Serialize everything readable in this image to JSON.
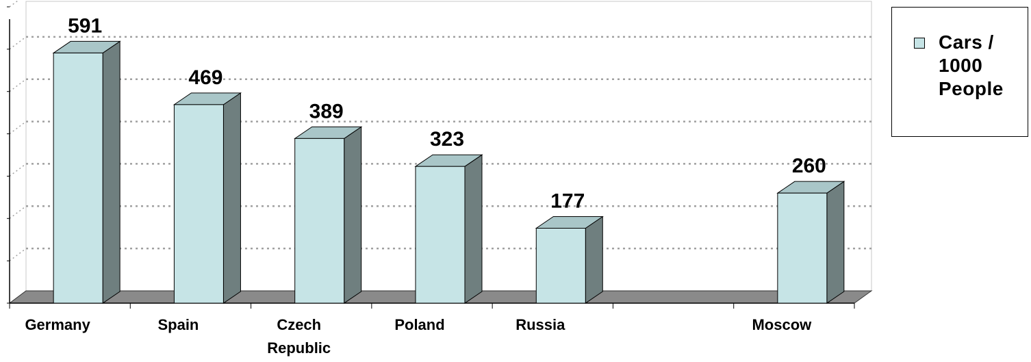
{
  "chart_data": {
    "type": "bar",
    "categories": [
      "Germany",
      "Spain",
      "Czech Republic",
      "Poland",
      "Russia",
      "",
      "Moscow"
    ],
    "values": [
      591,
      469,
      389,
      323,
      177,
      null,
      260
    ],
    "data_labels": [
      "591",
      "469",
      "389",
      "323",
      "177",
      "",
      "260"
    ],
    "title": "",
    "xlabel": "",
    "ylabel": "",
    "ylim": [
      0,
      700
    ],
    "grid": true,
    "legend": {
      "entries": [
        "Cars / 1000 People"
      ],
      "placement": "right"
    },
    "colors": {
      "bar_front": "#c6e4e6",
      "bar_side": "#6f7f7f",
      "bar_top": "#a9c6c8",
      "floor": "#8a8a8a",
      "grid": "#a0a0a0"
    }
  }
}
